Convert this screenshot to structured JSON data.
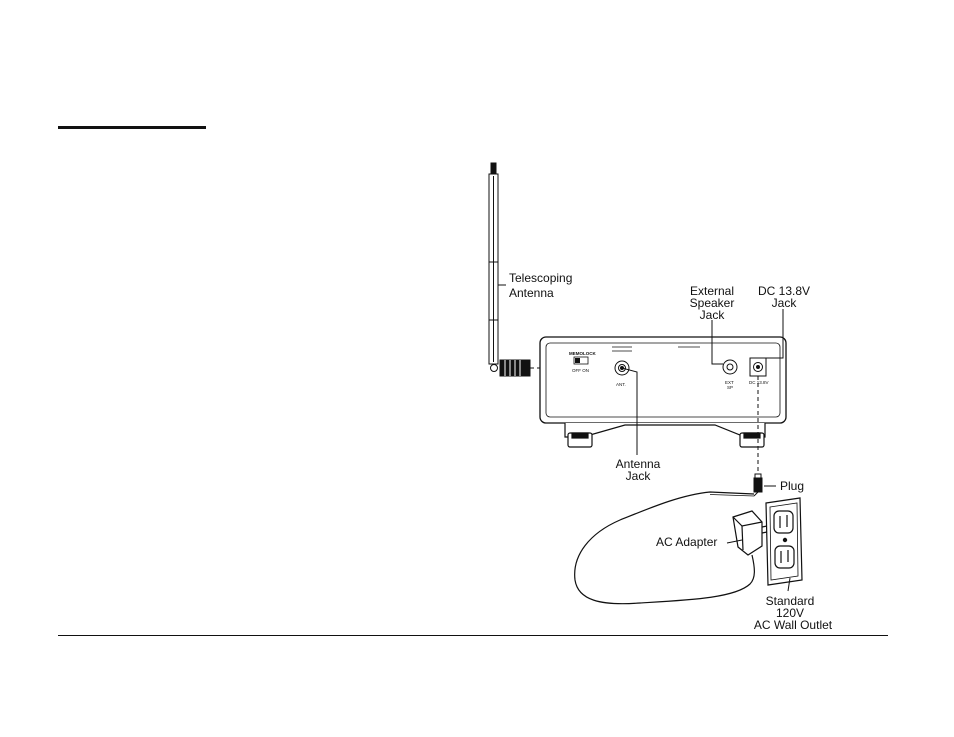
{
  "labels": {
    "antenna": [
      "Telescoping",
      "Antenna"
    ],
    "ext_speaker": [
      "External",
      "Speaker",
      "Jack"
    ],
    "dc_jack": [
      "DC  13.8V",
      "Jack"
    ],
    "antenna_jack": [
      "Antenna",
      "Jack"
    ],
    "plug": "Plug",
    "ac_adapter": "AC  Adapter",
    "outlet": [
      "Standard",
      "120V",
      "AC  Wall  Outlet"
    ]
  },
  "panel_markings": {
    "memolock": "MEMOLOCK",
    "off_on": "OFF  ON",
    "ant": "ANT.",
    "ext_sp": [
      "EXT",
      "SP"
    ],
    "dc": "DC 13.8V"
  },
  "colors": {
    "ink": "#111111",
    "background": "#ffffff"
  }
}
